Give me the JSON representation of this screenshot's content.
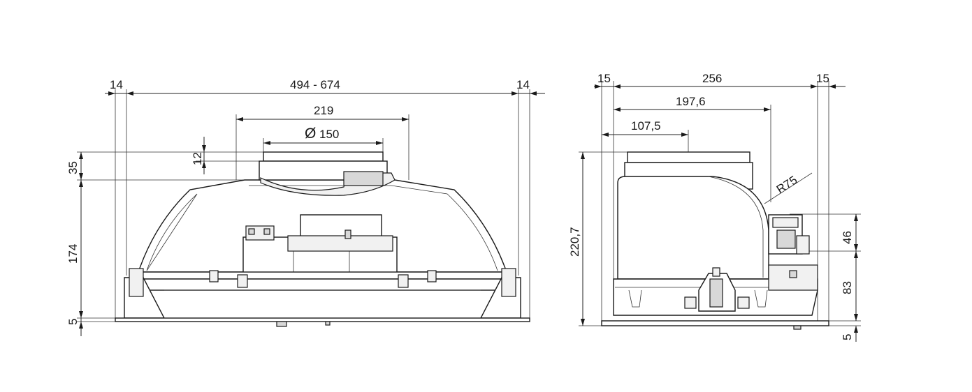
{
  "front_view": {
    "dims": {
      "left_margin": "14",
      "width_range": "494 - 674",
      "right_margin": "14",
      "outlet_spacing": "219",
      "diameter_symbol": "Ø",
      "diameter": "150",
      "collar_height": "12",
      "top_height": "35",
      "body_height": "174",
      "base_thickness": "5"
    }
  },
  "side_view": {
    "dims": {
      "left_margin": "15",
      "depth": "256",
      "right_margin": "15",
      "depth_to_back": "197,6",
      "duct_center": "107,5",
      "radius": "R75",
      "total_height": "220,7",
      "motor_height": "46",
      "lower_height": "83",
      "base_thickness": "5"
    }
  }
}
